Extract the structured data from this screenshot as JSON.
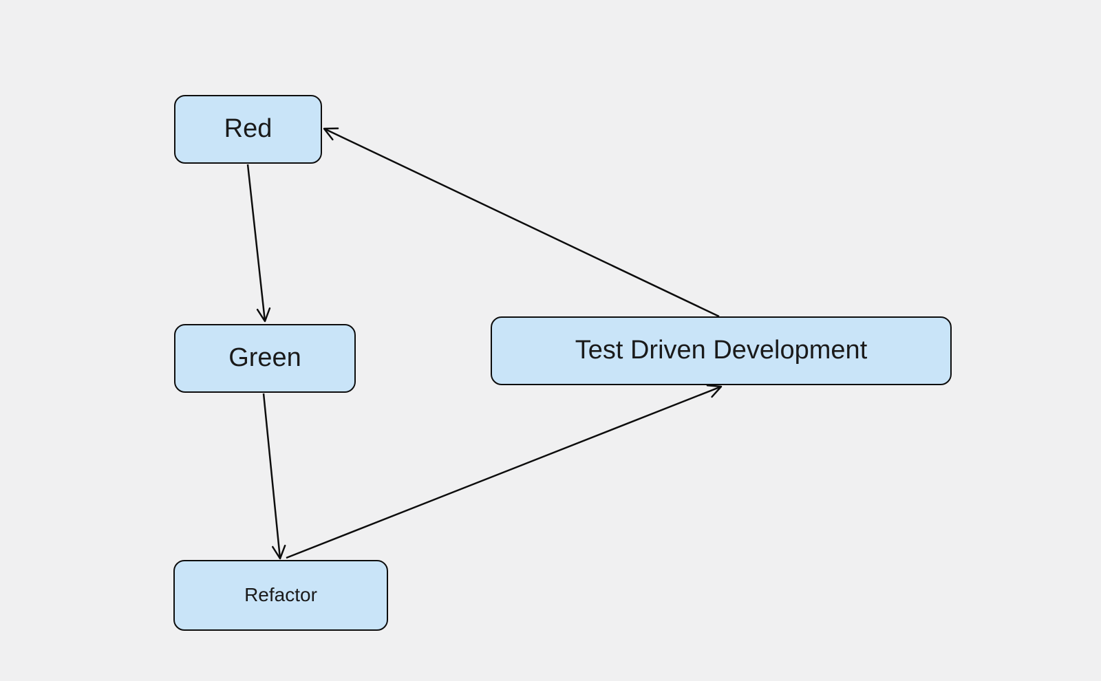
{
  "diagram": {
    "type": "flowchart",
    "nodes": [
      {
        "id": "red",
        "label": "Red"
      },
      {
        "id": "green",
        "label": "Green"
      },
      {
        "id": "refactor",
        "label": "Refactor"
      },
      {
        "id": "tdd",
        "label": "Test Driven Development"
      }
    ],
    "edges": [
      {
        "from": "red",
        "to": "green"
      },
      {
        "from": "green",
        "to": "refactor"
      },
      {
        "from": "refactor",
        "to": "tdd"
      },
      {
        "from": "tdd",
        "to": "red"
      }
    ],
    "colors": {
      "background": "#f0f0f1",
      "node_fill": "#c9e4f8",
      "node_border": "#0d0d0d",
      "edge": "#0d0d0d",
      "text": "#1a1a1a"
    }
  }
}
